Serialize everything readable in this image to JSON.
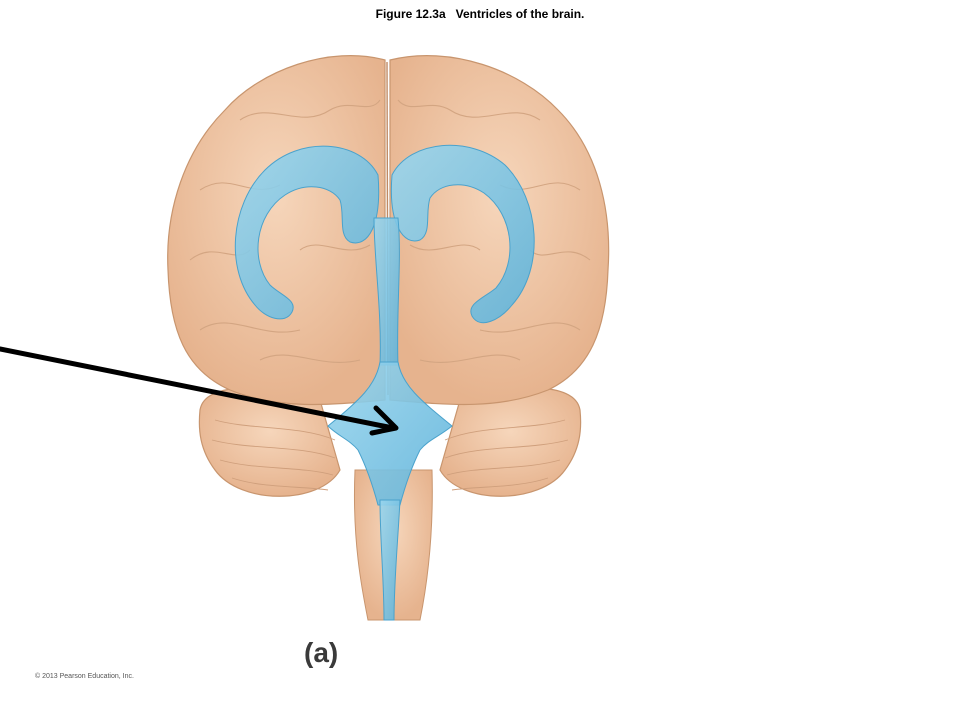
{
  "figure": {
    "title": "Figure 12.3a   Ventricles of the brain.",
    "panel_label": "(a)",
    "copyright": "© 2013 Pearson Education, Inc."
  },
  "colors": {
    "brain_tissue": "#efc7a6",
    "brain_outline": "#c8956e",
    "ventricle": "#7fc6e4",
    "ventricle_edge": "#4aa2cc",
    "arrow": "#000000"
  },
  "structures": [
    "cerebrum",
    "lateral-ventricles",
    "third-ventricle",
    "cerebral-aqueduct",
    "fourth-ventricle",
    "cerebellum",
    "brainstem",
    "spinal-cord",
    "central-canal"
  ]
}
